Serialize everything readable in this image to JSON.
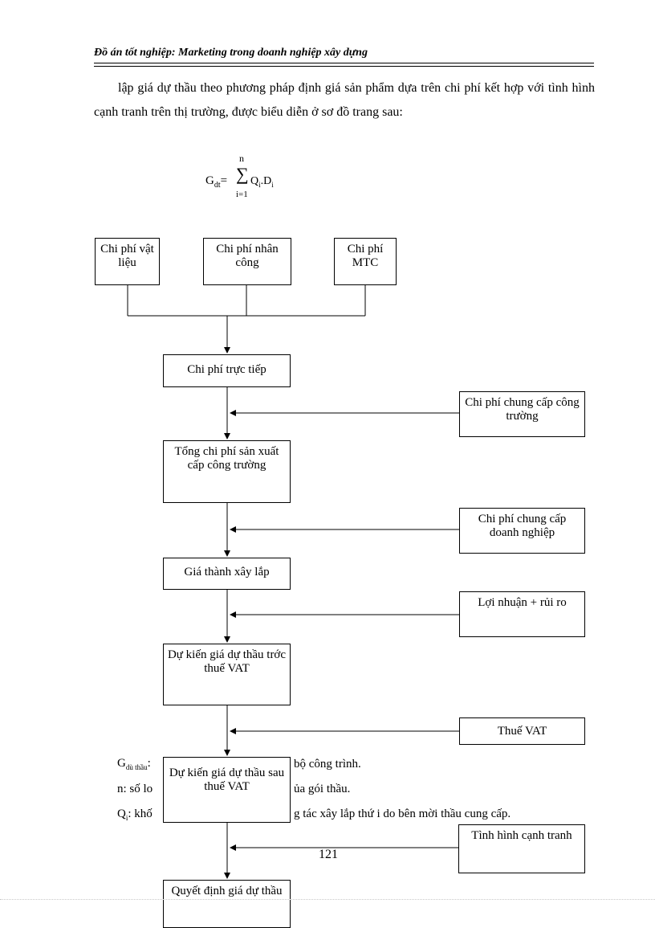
{
  "header": {
    "title": "Đồ án tốt nghiệp: Marketing trong doanh nghiệp xây dựng"
  },
  "paragraph": "lập giá dự thầu theo phương pháp định giá sản phẩm dựa trên chi phí kết hợp với tình hình cạnh tranh trên thị trường, được biểu diễn ở sơ đồ trang sau:",
  "formula": {
    "lhs": "G",
    "lhs_sub": "dt",
    "eq": "=",
    "sum_upper": "n",
    "sigma": "∑",
    "sum_lower": "i=1",
    "q": "Q",
    "q_sub": "i",
    "dot": ".",
    "d": "D",
    "d_sub": "i"
  },
  "flowchart": {
    "cost_material": "Chi phí vật liệu",
    "cost_labor": "Chi phí nhân công",
    "cost_mtc": "Chi phí MTC",
    "direct_cost": "Chi phí trực tiếp",
    "site_overhead": "Chi phí chung cấp công trường",
    "site_total": "Tổng chi phí sản xuất cấp công trường",
    "company_overhead": "Chi phí chung cấp doanh nghiệp",
    "construction_cost": "Giá thành xây lắp",
    "profit_risk": "Lợi nhuận + rủi ro",
    "bid_before_tax": "Dự kiến giá dự thầu trớc thuế VAT",
    "vat": "Thuế VAT",
    "bid_after_tax": "Dự kiến giá dự thầu sau thuế VAT",
    "competition": "Tình hình cạnh tranh",
    "final_bid": "Quyết định giá dự thầu"
  },
  "underlying_text": {
    "line1_g": "G",
    "line1_sub": "dù thầu",
    "line1_colon": ":",
    "line1_tail": "bộ công trình.",
    "line2_head": "n: số lo",
    "line2_tail": "ủa gói thầu.",
    "line3_q": "Q",
    "line3_sub": "i",
    "line3_head": ": khố",
    "line3_tail": "g tác xây lắp thứ i do bên mời thầu cung cấp."
  },
  "page_number": "121"
}
